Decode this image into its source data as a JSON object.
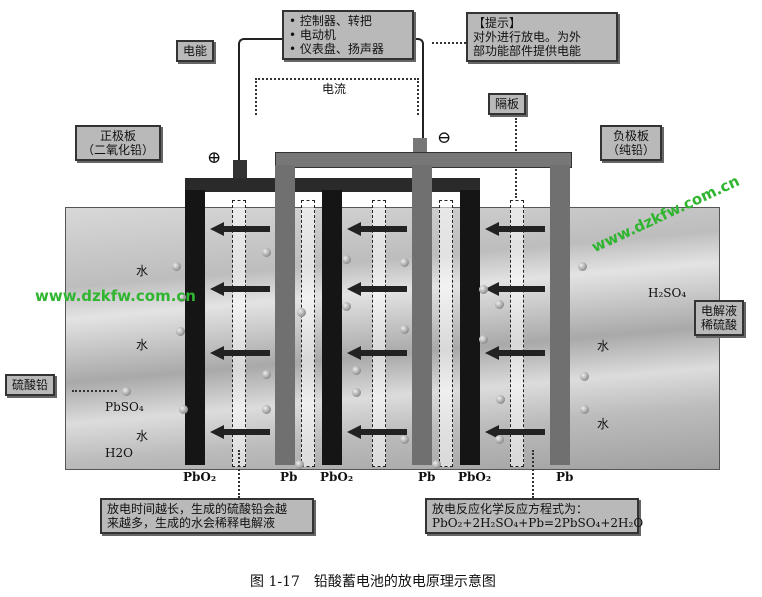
{
  "load_box": {
    "items": [
      "• 控制器、转把",
      "• 电动机",
      "• 仪表盘、扬声器"
    ]
  },
  "tip_box": {
    "title": "【提示】",
    "lines": [
      "对外进行放电。为外",
      "部功能部件提供电能"
    ]
  },
  "labels": {
    "energy": "电能",
    "current": "电流",
    "separator": "隔板",
    "positive_plate": [
      "正极板",
      "（二氧化铅）"
    ],
    "negative_plate": [
      "负极板",
      "（纯铅）"
    ],
    "lead_sulfate": "硫酸铅",
    "electrolyte": [
      "电解液",
      "稀硫酸"
    ],
    "plus": "⊕",
    "minus": "⊖"
  },
  "tank_labels": {
    "water": "水",
    "h2so4": "H₂SO₄",
    "pbso4": "PbSO₄",
    "h2o": "H2O"
  },
  "plate_labels": [
    "PbO₂",
    "Pb",
    "PbO₂",
    "Pb",
    "PbO₂",
    "Pb"
  ],
  "note_left": [
    "放电时间越长，生成的硫酸铅会越",
    "来越多，生成的水会稀释电解液"
  ],
  "note_right": [
    "放电反应化学反应方程式为：",
    "PbO₂+2H₂SO₄+Pb=2PbSO₄+2H₂O"
  ],
  "watermark": "www.dzkfw.com.cn",
  "caption": "图 1-17　铅酸蓄电池的放电原理示意图"
}
